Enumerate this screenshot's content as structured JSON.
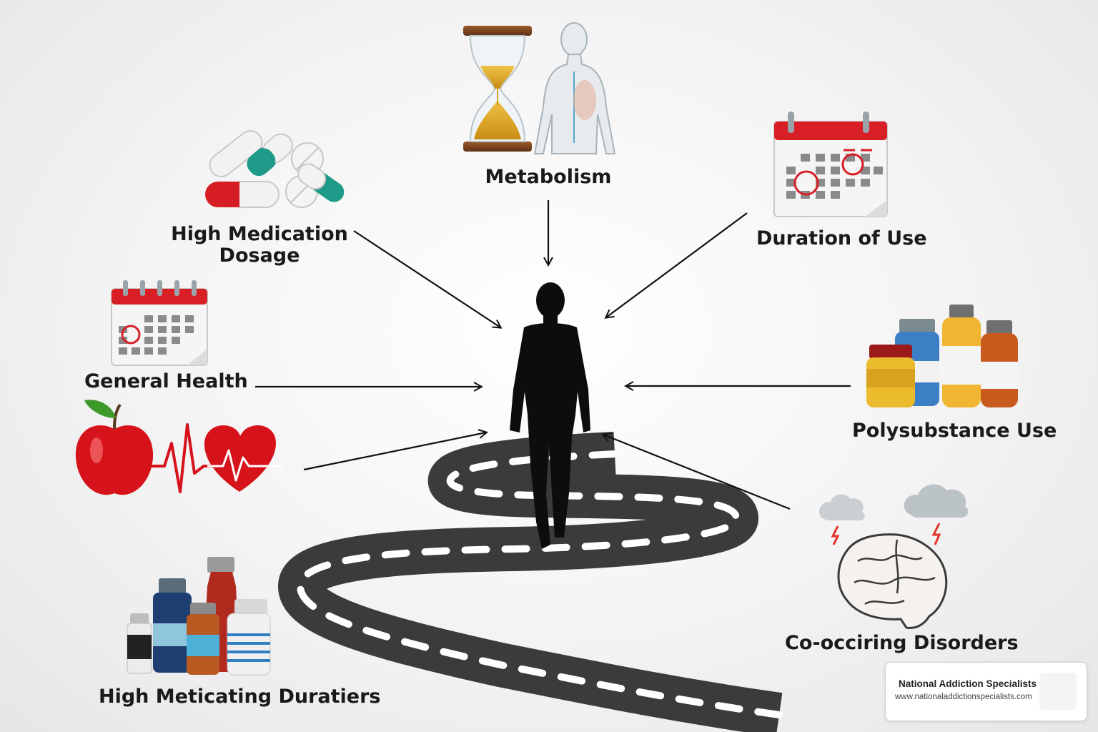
{
  "factors": {
    "metabolism": "Metabolism",
    "high_medication_dosage": [
      "High Medication",
      "Dosage"
    ],
    "duration_of_use": "Duration of Use",
    "general_health": "General Health",
    "polysubstance_use": "Polysubstance Use",
    "co_occuring_disorders": "Co-occiring Disorders",
    "high_medicating_duratiers": "High Meticating Duratiers"
  },
  "badge": {
    "title": "National Addiction Specialists",
    "url": "www.nationaladdictionspecialists.com"
  },
  "colors": {
    "arrow": "#111111",
    "figure": "#0d0d0d",
    "road": "#3b3b3b",
    "accent_red": "#d01818"
  }
}
